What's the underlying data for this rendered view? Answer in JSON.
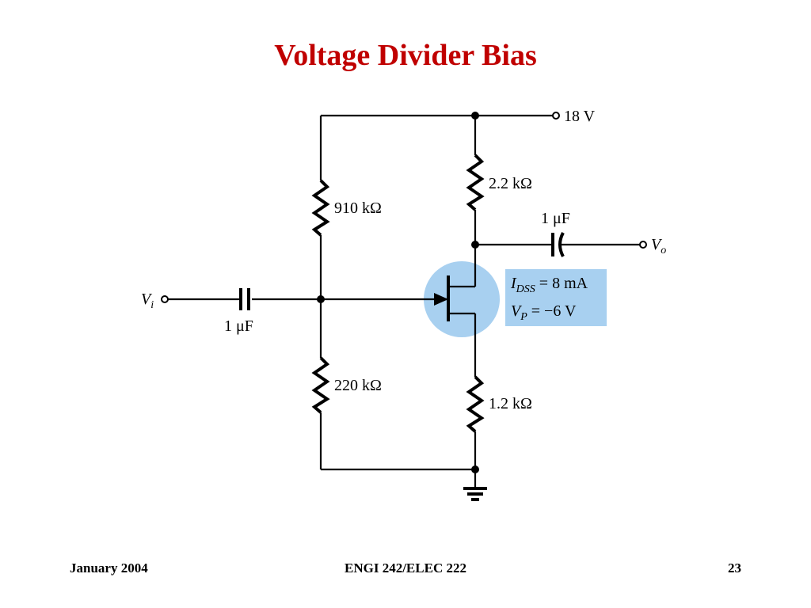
{
  "slide": {
    "title": "Voltage Divider Bias",
    "title_color": "#c00000",
    "footer": {
      "date": "January 2004",
      "course": "ENGI 242/ELEC 222",
      "page": "23"
    }
  },
  "circuit": {
    "supply_label": "18 V",
    "drain_resistor_label": "2.2 kΩ",
    "r1_label": "910 kΩ",
    "r2_label": "220 kΩ",
    "source_resistor_label": "1.2 kΩ",
    "output_cap_label": "1 μF",
    "input_cap_label": "1 μF",
    "input_label": {
      "main": "V",
      "sub": "i"
    },
    "output_label": {
      "main": "V",
      "sub": "o"
    },
    "transistor_highlight_color": "#a8d0f0",
    "params_box_color": "#a8d0f0",
    "params": {
      "idss": {
        "main": "I",
        "sub": "DSS",
        "value": " = 8 mA"
      },
      "vp": {
        "main": "V",
        "sub": "P",
        "value": " = −6 V"
      }
    }
  }
}
